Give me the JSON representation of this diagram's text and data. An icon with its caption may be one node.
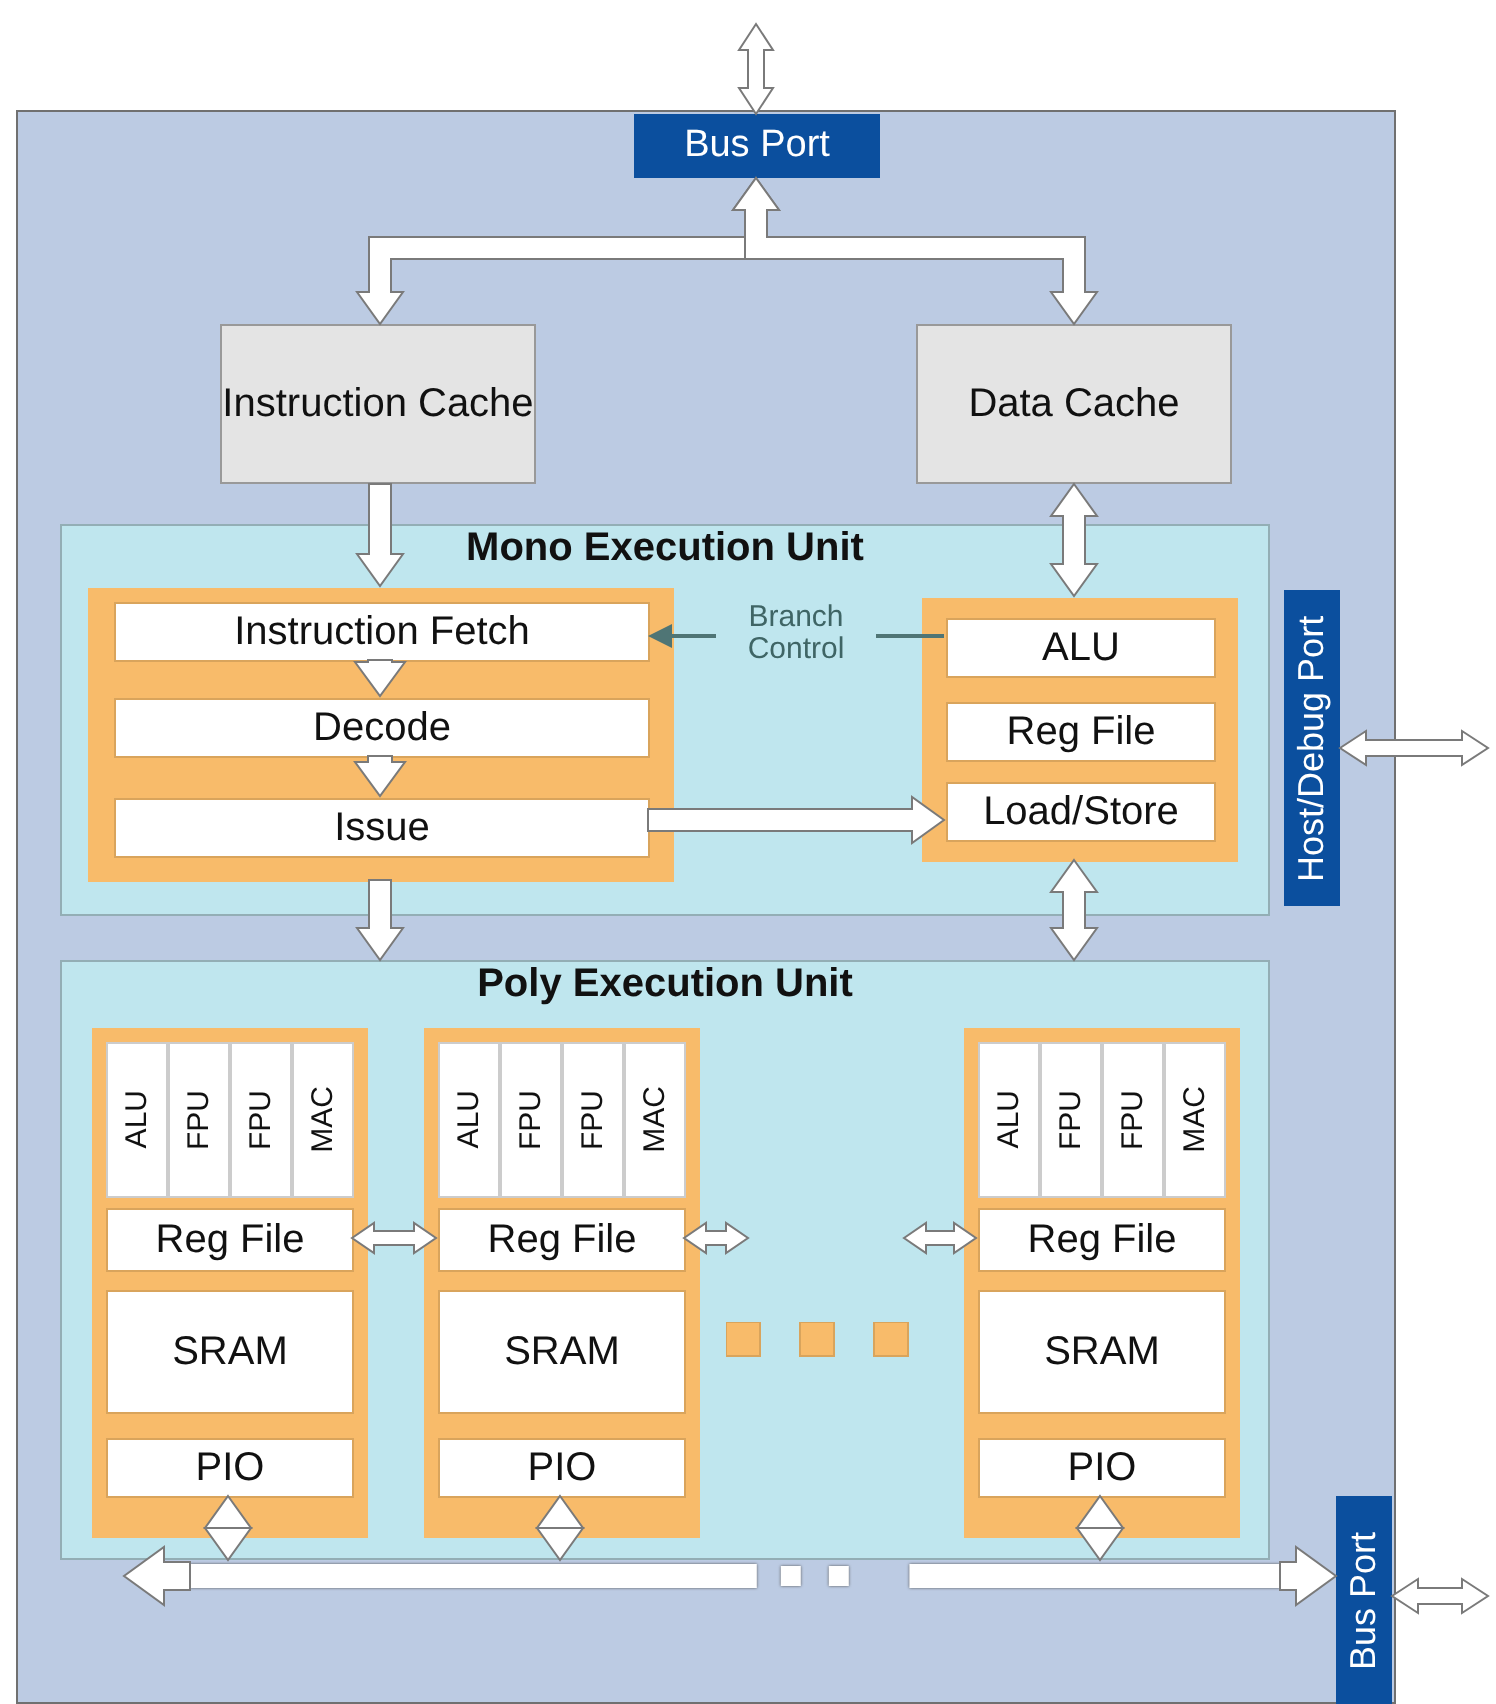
{
  "diagram": {
    "nodes": [
      {
        "text": [],
        "shape": "box"
      },
      {
        "text": [
          "Bus Port"
        ],
        "in": 0
      },
      {
        "text": [
          "Instruction Cache"
        ],
        "in": 0
      },
      {
        "text": [
          "Data Cache"
        ],
        "in": 0
      },
      {
        "text": [
          "Mono Execution Unit"
        ],
        "in": 0
      },
      {
        "text": [],
        "shape": "box",
        "in": 4
      },
      {
        "text": [
          "Instruction Fetch"
        ],
        "in": 5
      },
      {
        "text": [
          "Decode"
        ],
        "in": 5
      },
      {
        "text": [
          "Issue"
        ],
        "in": 5
      },
      {
        "text": [],
        "shape": "box",
        "in": 4
      },
      {
        "text": [
          "ALU"
        ],
        "in": 9
      },
      {
        "text": [
          "Reg File"
        ],
        "in": 9
      },
      {
        "text": [
          "Load/Store"
        ],
        "in": 9
      },
      {
        "text": [
          "Host/Debug Port"
        ],
        "in": 0
      },
      {
        "text": [
          "Poly Execution Unit"
        ],
        "in": 0
      },
      {
        "text": [],
        "shape": "box",
        "in": 14
      },
      {
        "text": [
          "ALU"
        ],
        "in": 15
      },
      {
        "text": [
          "FPU"
        ],
        "in": 15
      },
      {
        "text": [
          "FPU"
        ],
        "in": 15
      },
      {
        "text": [
          "MAC"
        ],
        "in": 15
      },
      {
        "text": [
          "Reg File"
        ],
        "in": 15
      },
      {
        "text": [
          "SRAM"
        ],
        "in": 15
      },
      {
        "text": [
          "PIO"
        ],
        "in": 15
      },
      {
        "text": [],
        "shape": "box",
        "in": 14
      },
      {
        "text": [
          "ALU"
        ],
        "in": 23
      },
      {
        "text": [
          "FPU"
        ],
        "in": 23
      },
      {
        "text": [
          "FPU"
        ],
        "in": 23
      },
      {
        "text": [
          "MAC"
        ],
        "in": 23
      },
      {
        "text": [
          "Reg File"
        ],
        "in": 23
      },
      {
        "text": [
          "SRAM"
        ],
        "in": 23
      },
      {
        "text": [
          "PIO"
        ],
        "in": 23
      },
      {
        "text": [],
        "shape": "box",
        "in": 14
      },
      {
        "text": [
          "ALU"
        ],
        "in": 31
      },
      {
        "text": [
          "FPU"
        ],
        "in": 31
      },
      {
        "text": [
          "FPU"
        ],
        "in": 31
      },
      {
        "text": [
          "MAC"
        ],
        "in": 31
      },
      {
        "text": [
          "Reg File"
        ],
        "in": 31
      },
      {
        "text": [
          "SRAM"
        ],
        "in": 31
      },
      {
        "text": [
          "PIO"
        ],
        "in": 31
      },
      {
        "text": [
          "Bus Port"
        ],
        "in": 0
      },
      {
        "text": [],
        "shape": "bar",
        "in": 0
      }
    ],
    "edges": [
      {
        "from": null,
        "to": 1,
        "arrow": "both"
      },
      {
        "from": 1,
        "to": 2,
        "arrow": "both"
      },
      {
        "from": 1,
        "to": 3,
        "arrow": "both"
      },
      {
        "from": 2,
        "to": 5,
        "arrow": "to"
      },
      {
        "from": 3,
        "to": 9,
        "arrow": "both"
      },
      {
        "from": 6,
        "to": 7,
        "arrow": "to"
      },
      {
        "from": 7,
        "to": 8,
        "arrow": "to"
      },
      {
        "from": 10,
        "to": 6,
        "arrow": "to",
        "label": "Branch Control",
        "color": "#4f7575"
      },
      {
        "from": 8,
        "to": 12,
        "arrow": "to"
      },
      {
        "from": 5,
        "to": 14,
        "arrow": "to"
      },
      {
        "from": 9,
        "to": 14,
        "arrow": "both"
      },
      {
        "from": 20,
        "to": 28,
        "arrow": "both"
      },
      {
        "from": 28,
        "to": null,
        "arrow": "both"
      },
      {
        "from": null,
        "to": 36,
        "arrow": "both"
      },
      {
        "from": 22,
        "to": 40,
        "arrow": "both"
      },
      {
        "from": 30,
        "to": 40,
        "arrow": "both"
      },
      {
        "from": 38,
        "to": 40,
        "arrow": "both"
      },
      {
        "from": 40,
        "to": 39,
        "arrow": "to"
      },
      {
        "from": 40,
        "to": null,
        "arrow": "to"
      },
      {
        "from": 13,
        "to": null,
        "arrow": "both"
      },
      {
        "from": 39,
        "to": null,
        "arrow": "both"
      }
    ]
  }
}
